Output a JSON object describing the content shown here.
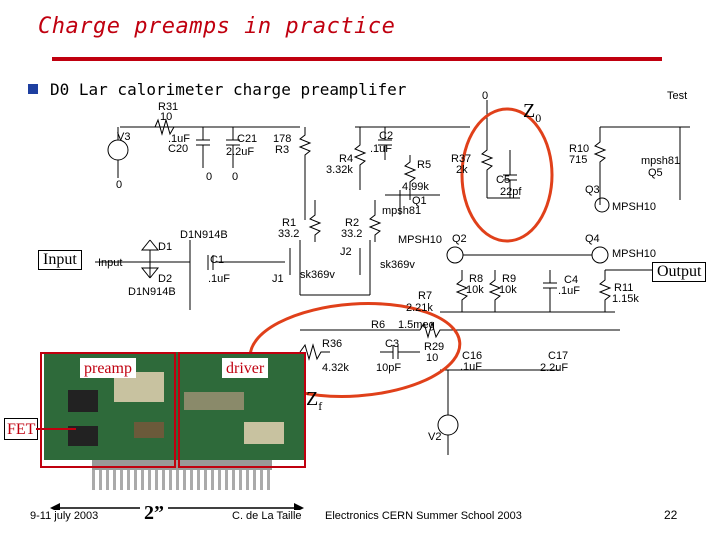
{
  "slide": {
    "title": "Charge preamps in practice",
    "bullet": "D0 Lar calorimeter charge preamplifer",
    "page_number": "22"
  },
  "labels": {
    "input": "Input",
    "output": "Output",
    "z0_main": "Z",
    "z0_sub": "0",
    "zf_main": "Z",
    "zf_sub": "f",
    "preamp": "preamp",
    "driver": "driver",
    "fet": "FET",
    "dimension": "2”"
  },
  "footer": {
    "date": "9-11 july 2003",
    "author": "C. de La Taille",
    "school": "Electronics CERN Summer School 2003"
  },
  "schematic": {
    "labels": [
      "R31",
      "10",
      "C20",
      ".1uF",
      "C21",
      "2.2uF",
      "178",
      "R3",
      "V3",
      "0",
      "0",
      "0",
      "R4",
      "3.32k",
      "C2",
      ".1uF",
      "R5",
      "4.99k",
      "R37",
      "2k",
      "C5",
      "22pf",
      "Q1",
      "mpsh81",
      "0",
      "Test",
      "R10",
      "715",
      "mpsh81",
      "Q5",
      "Q3",
      "MPSH10",
      "D1N914B",
      "D1",
      "D2",
      "D1N914B",
      "C1",
      ".1uF",
      "Input",
      "R1",
      "33.2",
      "R2",
      "33.2",
      "J1",
      "J2",
      "sk369v",
      "sk369v",
      "MPSH10",
      "Q2",
      "Q4",
      "MPSH10",
      "R8",
      "10k",
      "R9",
      "10k",
      "C4",
      ".1uF",
      "R11",
      "1.15k",
      "R7",
      "2.21k",
      "R6",
      "1.5meg",
      "R36",
      "4.32k",
      "C3",
      "10pF",
      "R29",
      "10",
      "C16",
      ".1uF",
      "C17",
      "2.2uF",
      "V2"
    ]
  },
  "colors": {
    "title": "#c0000f",
    "bullet": "#1e3fa0",
    "highlight": "#e0401a",
    "board": "#2e6a3a"
  }
}
